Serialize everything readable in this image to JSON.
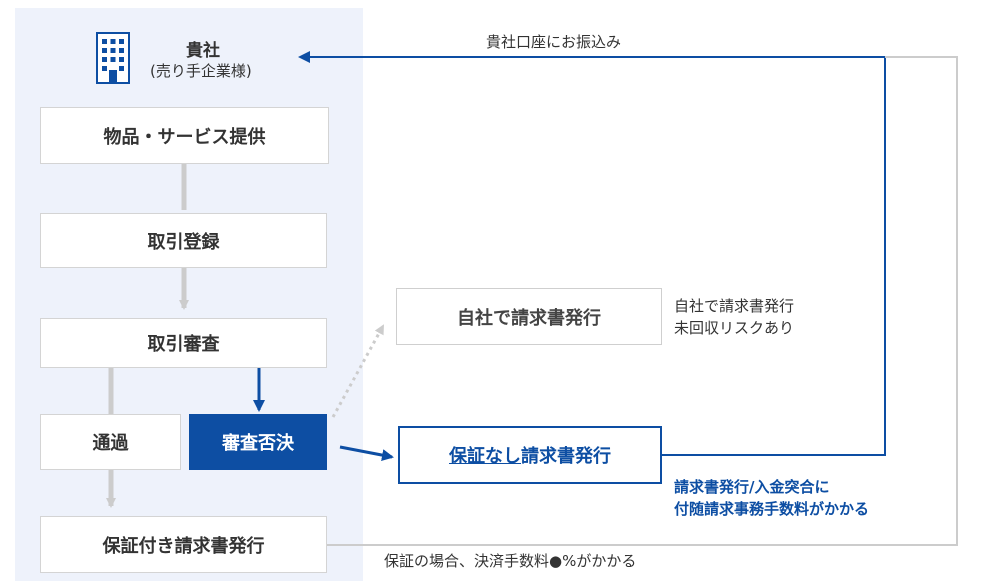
{
  "company": {
    "name": "貴社",
    "sub": "(売り手企業様)",
    "icon": "building-icon"
  },
  "steps": {
    "provide": "物品・サービス提供",
    "register": "取引登録",
    "review": "取引審査",
    "pass": "通過",
    "reject": "審査否決",
    "guaranteed_invoice": "保証付き請求書発行"
  },
  "self_invoice": {
    "label": "自社で請求書発行",
    "note_line1": "自社で請求書発行",
    "note_line2": "未回収リスクあり"
  },
  "no_guarantee_invoice": {
    "label_underlined": "保証なし",
    "label_rest": "請求書発行",
    "note_line1": "請求書発行/入金突合に",
    "note_line2": "付随請求事務手数料がかかる"
  },
  "payment_label": "貴社口座にお振込み",
  "fee_label": "保証の場合、決済手数料●%がかかる",
  "colors": {
    "accent": "#0d4ea3",
    "panel_bg": "#eef2fb",
    "connector_gray": "#cccccc"
  }
}
